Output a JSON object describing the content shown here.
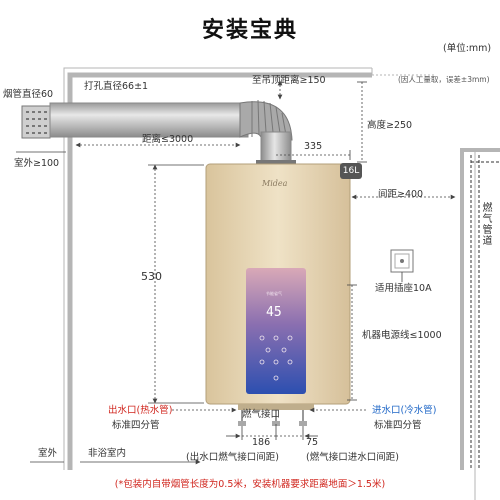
{
  "title": "安装宝典",
  "unit": "(单位:mm)",
  "tolerance_note": "(因人工量取，误差±3mm)",
  "flue_diameter": "烟管直径60",
  "hole_diameter": "打孔直径66±1",
  "to_ceiling": "至吊顶距离≥150",
  "height": "高度≥250",
  "distance_3000": "距离≤3000",
  "outdoor_100": "室外≥100",
  "width_335": "335",
  "badge": "16L",
  "brand": "Midea",
  "spacing_400": "间距≥400",
  "gas_pipe": "燃气管道",
  "socket": "适用插座10A",
  "power_cord": "机器电源线≤1000",
  "height_530": "530",
  "display_temp": "45",
  "display_tiny": "节能省气",
  "hot_outlet": "出水口(热水管)",
  "hot_outlet_spec": "标准四分管",
  "gas_inlet": "燃气接口",
  "cold_inlet": "进水口(冷水管)",
  "cold_inlet_spec": "标准四分管",
  "outdoor": "室外",
  "non_bathroom": "非浴室内",
  "dim_186": "186",
  "dim_75": "75",
  "dim_186_note": "(出水口燃气接口间距)",
  "dim_75_note": "(燃气接口进水口间距)",
  "footer_note": "(*包装内自带烟管长度为0.5米，安装机器要求距离地面＞1.5米)",
  "colors": {
    "body": "#e7d6b4",
    "panel_top": "#d8a6b6",
    "panel_bottom": "#2c4fb0",
    "red": "#d0261e",
    "blue": "#1f67c7"
  }
}
